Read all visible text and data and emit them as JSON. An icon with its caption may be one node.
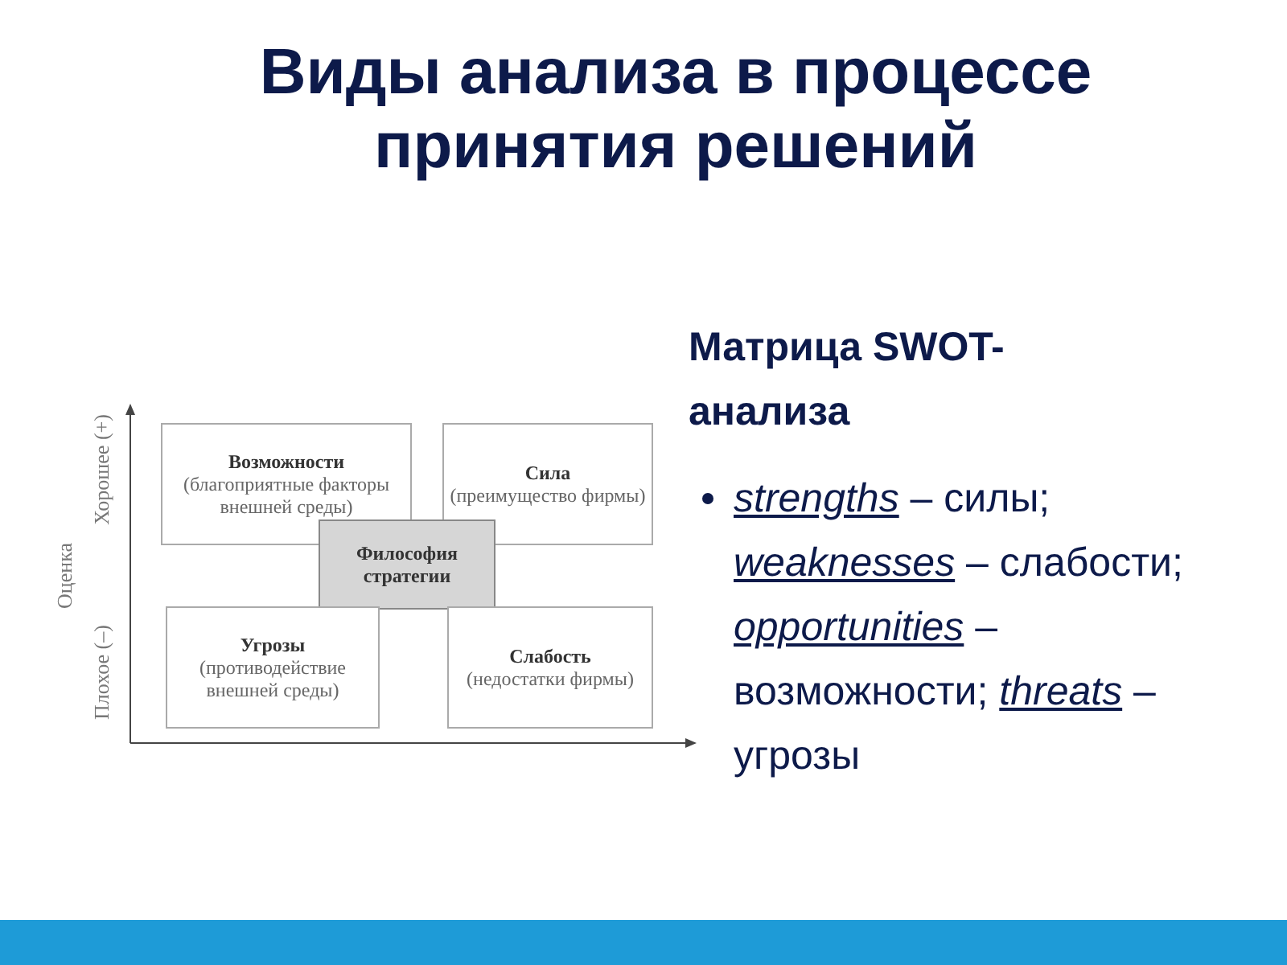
{
  "diagram": {
    "title": "Виды анализа в процессе принятия решений",
    "nodes": [
      {
        "text": [
          "Возможности",
          "(благоприятные факторы внешней среды)"
        ]
      },
      {
        "text": [
          "Сила",
          "(преимущество фирмы)"
        ]
      },
      {
        "text": [
          "Философия стратегии"
        ]
      },
      {
        "text": [
          "Угрозы",
          "(противодействие внешней среды)"
        ]
      },
      {
        "text": [
          "Слабость",
          "(недостатки фирмы)"
        ]
      }
    ],
    "edges": [],
    "labels": [
      "Хорошее (+)",
      "Оценка",
      "Плохое (–)",
      "Матрица SWOT-анализа",
      "*strengths* – силы; *weaknesses* – слабости; *opportunities* – возможности; *threats* – угрозы"
    ]
  }
}
